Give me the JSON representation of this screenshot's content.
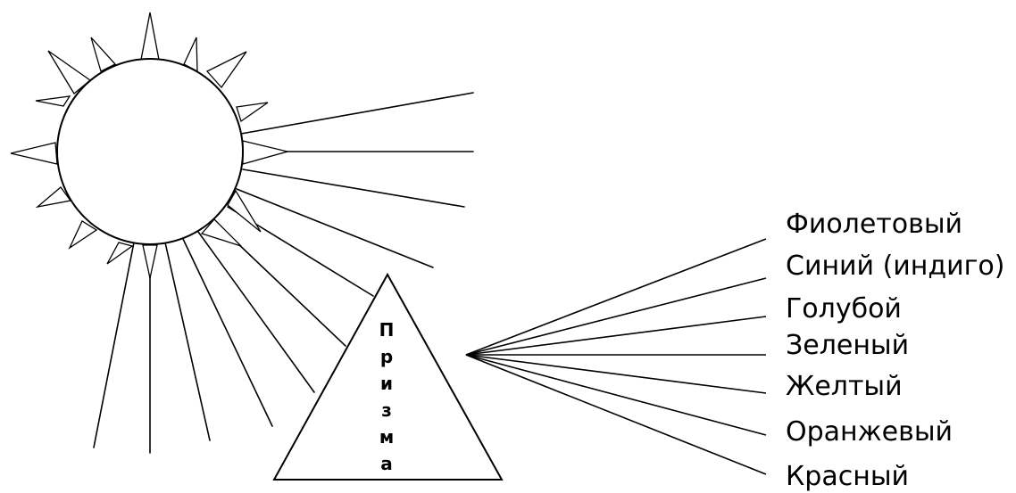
{
  "prism": {
    "letters": [
      "П",
      "р",
      "и",
      "з",
      "м",
      "а"
    ]
  },
  "spectrum": {
    "labels": [
      "Фиолетовый",
      "Синий (индиго)",
      "Голубой",
      "Зеленый",
      "Желтый",
      "Оранжевый",
      "Красный"
    ]
  }
}
